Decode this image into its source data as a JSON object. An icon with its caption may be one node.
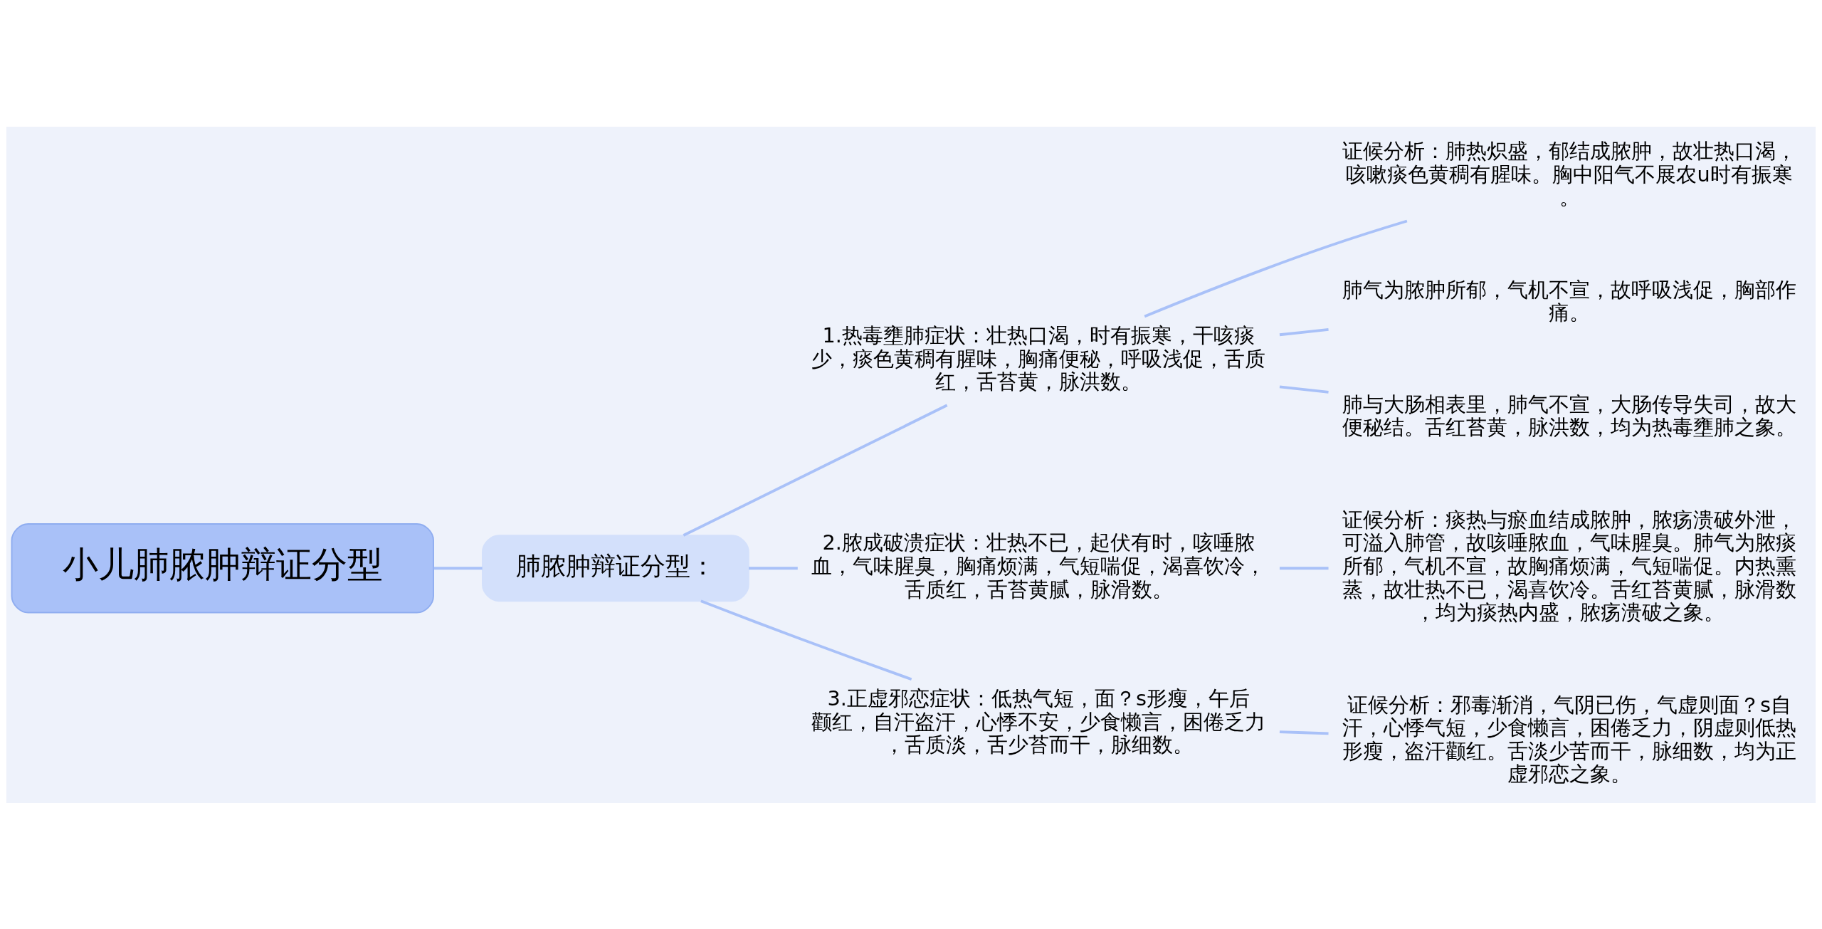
{
  "diagram": {
    "nodes": [
      {
        "text": [
          "小儿肺脓肿辩证分型"
        ]
      },
      {
        "text": [
          "肺脓肿辩证分型："
        ]
      },
      {
        "text": [
          "1.热毒壅肺症状：壮热口渴，时有振寒，干咳痰少，痰色黄稠有腥味，胸痛便秘，呼吸浅促，舌质红，舌苔黄，脉洪数。"
        ]
      },
      {
        "text": [
          "2.脓成破溃症状：壮热不已，起伏有时，咳唾脓血，气味腥臭，胸痛烦满，气短喘促，渴喜饮冷，舌质红，舌苔黄腻，脉滑数。"
        ]
      },
      {
        "text": [
          "3.正虚邪恋症状：低热气短，面？s形瘦，午后颧红，自汗盗汗，心悸不安，少食懒言，困倦乏力，舌质淡，舌少苔而干，脉细数。"
        ]
      },
      {
        "text": [
          "证候分析：肺热炽盛，郁结成脓肿，故壮热口渴，咳嗽痰色黄稠有腥味。胸中阳气不展农u时有振寒。"
        ]
      },
      {
        "text": [
          "肺气为脓肿所郁，气机不宣，故呼吸浅促，胸部作痛。"
        ]
      },
      {
        "text": [
          "肺与大肠相表里，肺气不宣，大肠传导失司，故大便秘结。舌红苔黄，脉洪数，均为热毒壅肺之象。"
        ]
      },
      {
        "text": [
          "证候分析：痰热与瘀血结成脓肿，脓疡溃破外泄，可溢入肺管，故咳唾脓血，气味腥臭。肺气为脓痰所郁，气机不宣，故胸痛烦满，气短喘促。内热熏蒸，故壮热不已，渴喜饮冷。舌红苔黄腻，脉滑数，均为痰热内盛，脓疡溃破之象。"
        ]
      },
      {
        "text": [
          "证候分析：邪毒渐消，气阴已伤，气虚则面？s自汗，心悸气短，少食懒言，困倦乏力，阴虚则低热形瘦，盗汗颧红。舌淡少苦而干，脉细数，均为正虚邪恋之象。"
        ]
      }
    ],
    "edges": [
      {
        "from": 0,
        "to": 1,
        "arrow": "none"
      },
      {
        "from": 1,
        "to": 2,
        "arrow": "none"
      },
      {
        "from": 1,
        "to": 3,
        "arrow": "none"
      },
      {
        "from": 1,
        "to": 4,
        "arrow": "none"
      },
      {
        "from": 2,
        "to": 5,
        "arrow": "none"
      },
      {
        "from": 2,
        "to": 6,
        "arrow": "none"
      },
      {
        "from": 2,
        "to": 7,
        "arrow": "none"
      },
      {
        "from": 3,
        "to": 8,
        "arrow": "none"
      },
      {
        "from": 4,
        "to": 9,
        "arrow": "none"
      }
    ]
  }
}
